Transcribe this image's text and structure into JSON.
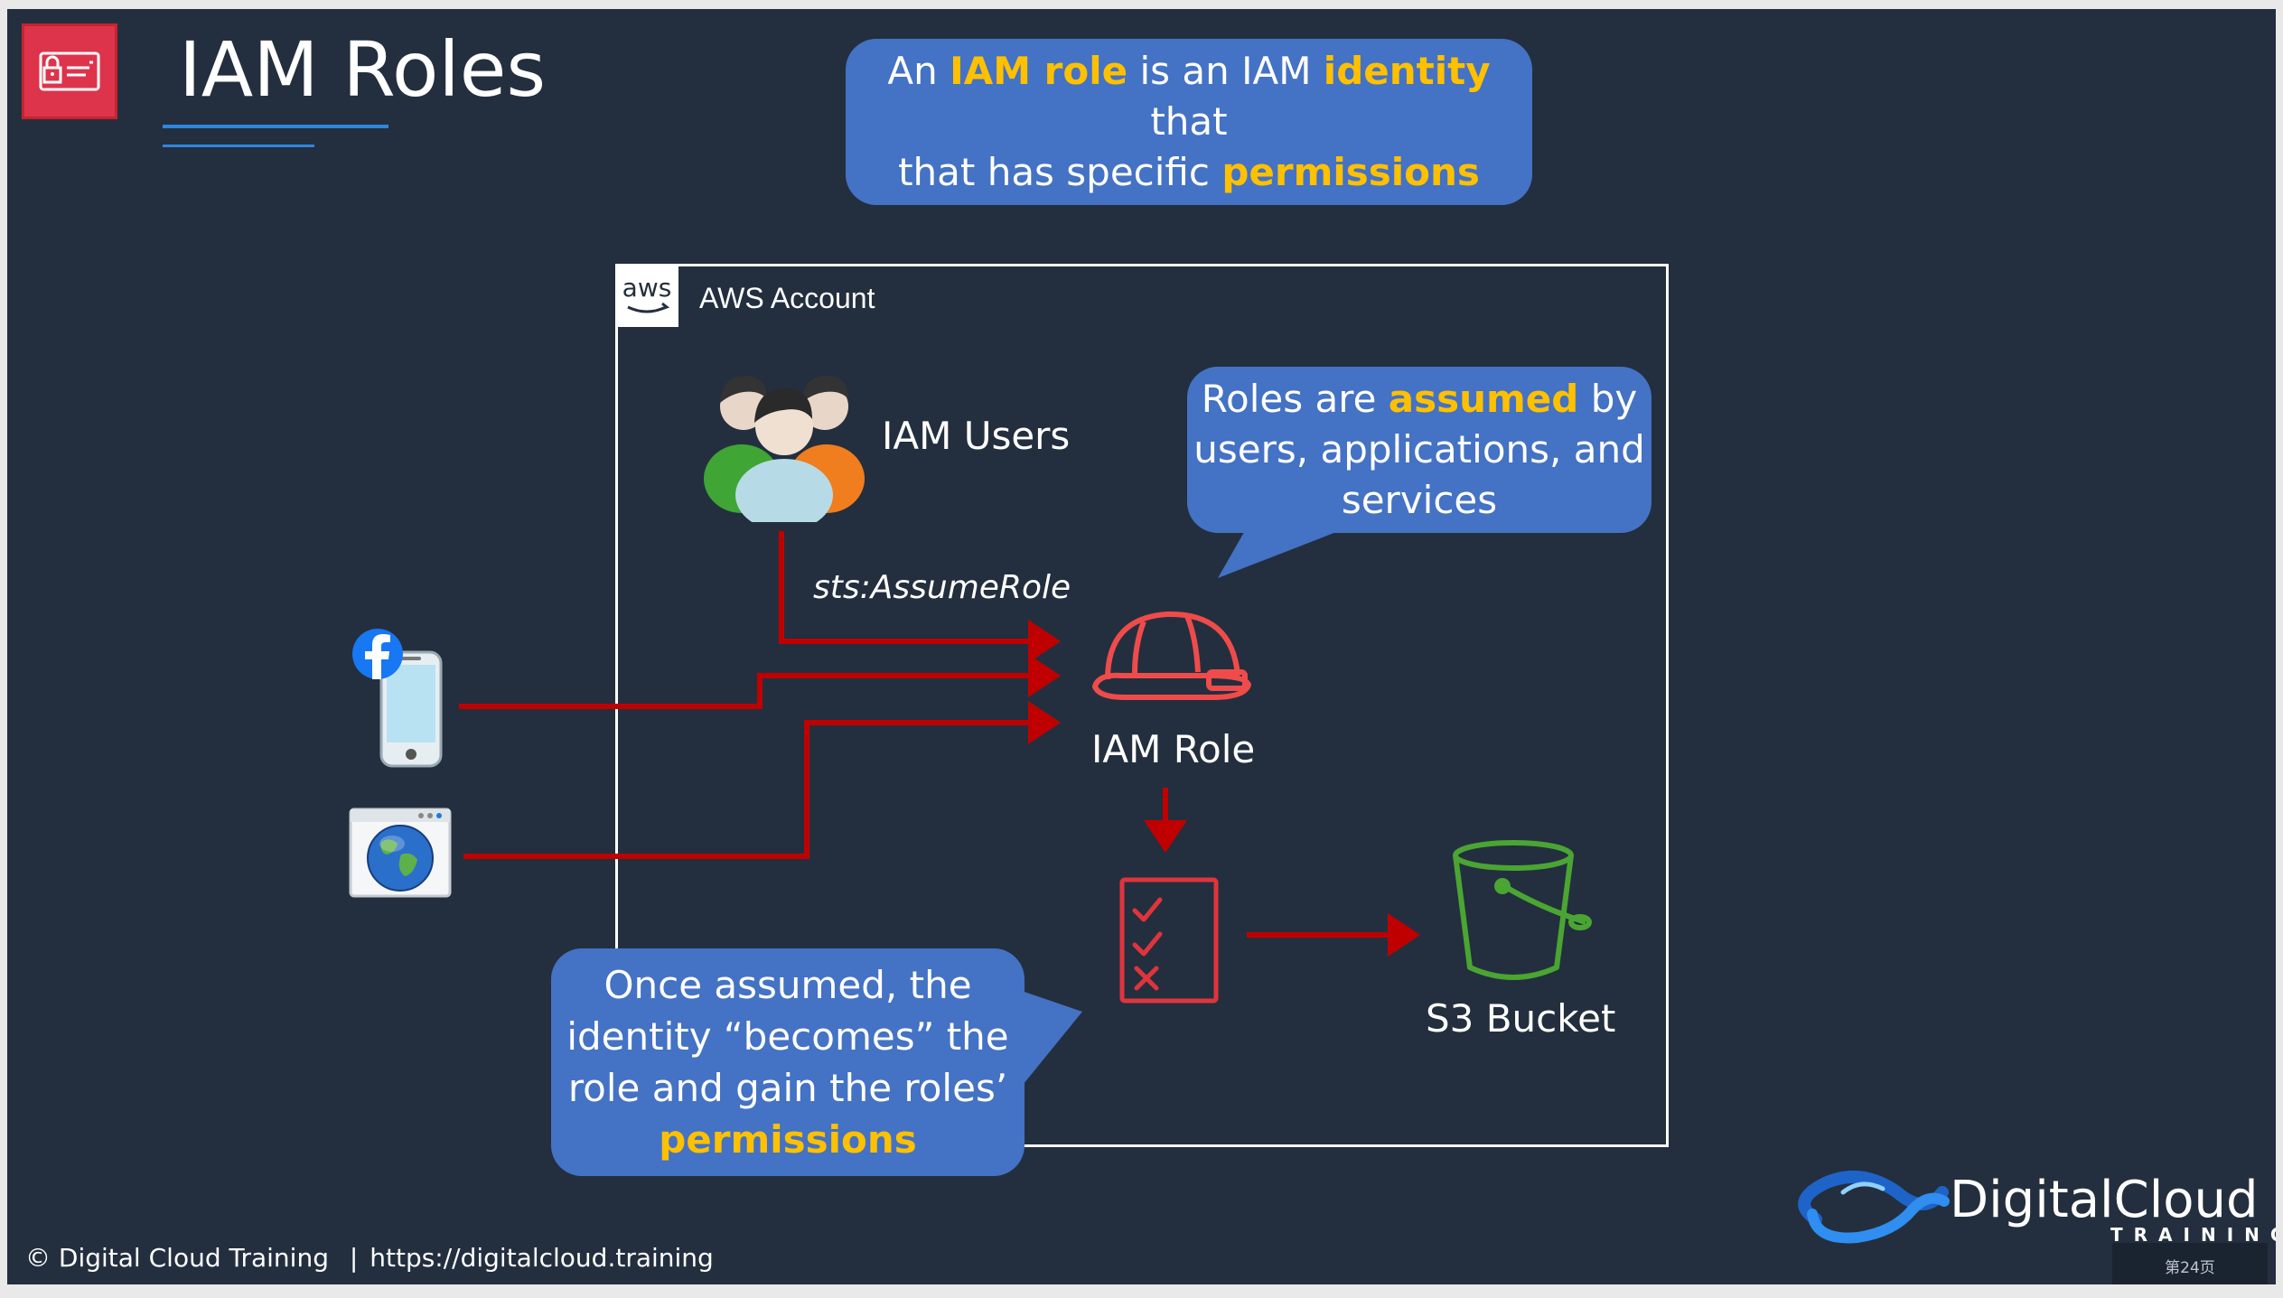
{
  "title": "IAM Roles",
  "callout_top": {
    "line1": {
      "pre": "An ",
      "hl1": "IAM role",
      "mid": " is an IAM ",
      "hl2": "identity",
      "post": " that"
    },
    "line2": {
      "pre": "that has specific ",
      "hl": "permissions"
    }
  },
  "account": {
    "logo_text": "aws",
    "label": "AWS Account"
  },
  "users_label": "IAM Users",
  "assume_label": "sts:AssumeRole",
  "role_label": "IAM Role",
  "bucket_label": "S3 Bucket",
  "callout_right": {
    "line1": {
      "pre": "Roles are ",
      "hl": "assumed",
      "post": " by"
    },
    "line2": "users, applications, and",
    "line3": "services"
  },
  "callout_bottom": {
    "line1": "Once assumed, the",
    "line2": "identity “becomes” the",
    "line3": "role and gain the roles’",
    "line4_hl": "permissions"
  },
  "footer": {
    "copyright": "© Digital Cloud Training",
    "sep": "|",
    "url": "https://digitalcloud.training"
  },
  "brand": {
    "name": "DigitalCloud",
    "sub": "TRAINING",
    "page": "第24页"
  },
  "colors": {
    "background": "#232f3e",
    "callout": "#4472c4",
    "highlight": "#ffc000",
    "arrow": "#c00000",
    "role": "#ef4b4b",
    "bucket": "#3f8624",
    "iam_badge": "#dd344c"
  },
  "icons": [
    "iam-badge-icon",
    "aws-logo-icon",
    "users-group-icon",
    "facebook-phone-icon",
    "browser-globe-icon",
    "hardhat-role-icon",
    "permissions-checklist-icon",
    "s3-bucket-icon",
    "digitalcloud-logo-icon"
  ]
}
